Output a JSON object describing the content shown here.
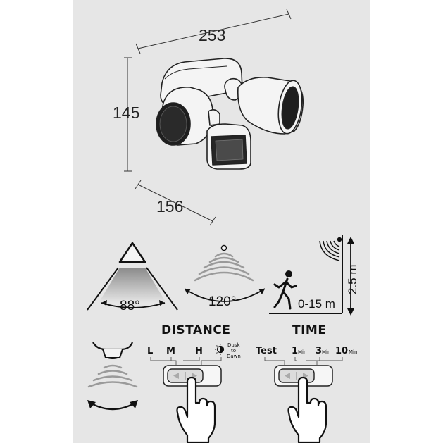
{
  "dimensions": {
    "width": "253",
    "height": "145",
    "depth": "156"
  },
  "detection": {
    "vertical_angle": "88°",
    "horizontal_angle": "120°",
    "range": "0-15 m",
    "mount_height": "2.5 m"
  },
  "distance_panel": {
    "title": "DISTANCE",
    "options": [
      "L",
      "M",
      "H"
    ],
    "dusk_line1": "Dusk",
    "dusk_line2": "to",
    "dusk_line3": "Dawn"
  },
  "time_panel": {
    "title": "TIME",
    "test": "Test",
    "opt1_value": "1",
    "opt1_unit": "Min",
    "opt2_value": "3",
    "opt2_unit": "Min",
    "opt3_value": "10",
    "opt3_unit": "Min"
  },
  "colors": {
    "background": "#e6e6e6",
    "line": "#222222",
    "wave_gray": "#9a9a9a",
    "beam_gray": "#b5b5b5"
  }
}
